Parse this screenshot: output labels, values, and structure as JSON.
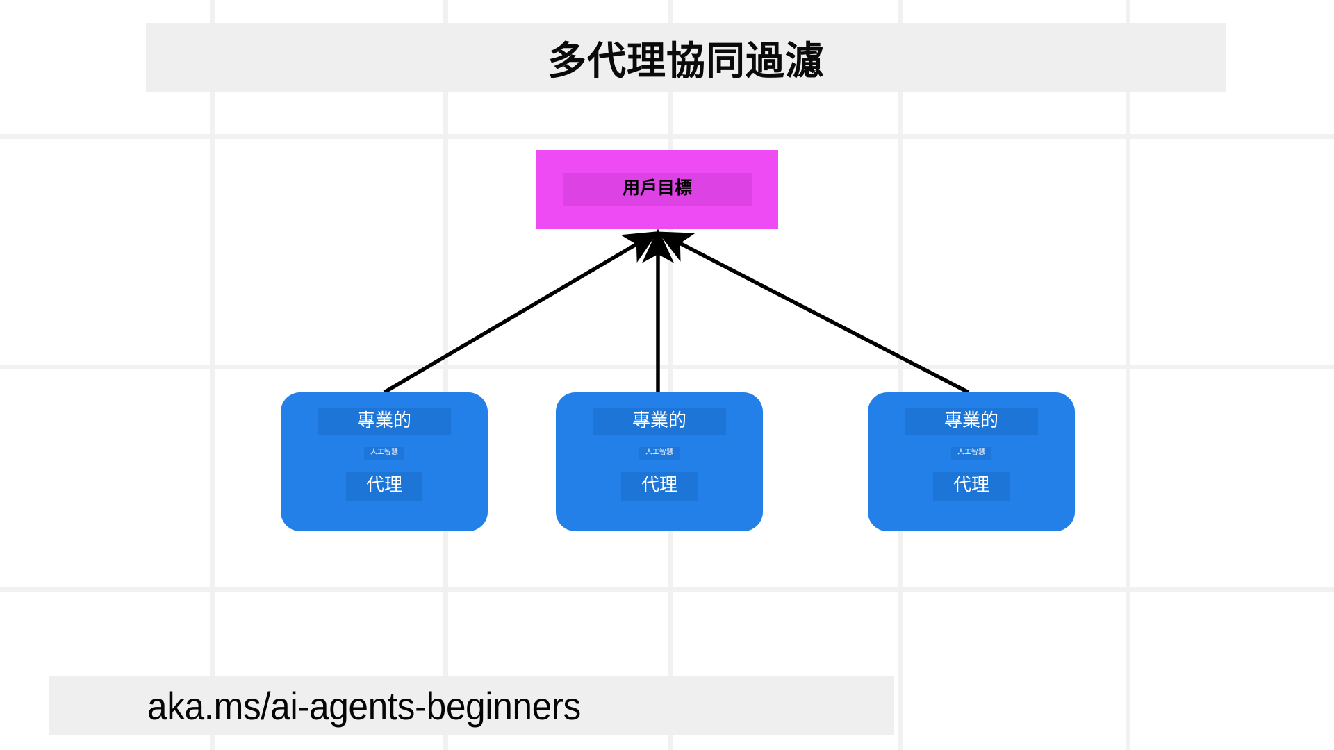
{
  "slide": {
    "title": "多代理協同過濾",
    "footer_url": "aka.ms/ai-agents-beginners",
    "background_color": "#ffffff",
    "band_color": "#efefef",
    "grid_line_color": "#f1f1f1"
  },
  "diagram": {
    "type": "node-graph",
    "goal_node": {
      "label": "用戶目標",
      "fill_color": "#ef4bf5",
      "text_color": "#000000",
      "highlight_color": "#d03cd7"
    },
    "agent_nodes": [
      {
        "role": "專業的",
        "sub": "人工智慧",
        "kind": "代理",
        "fill_color": "#2280e8",
        "text_color": "#ffffff"
      },
      {
        "role": "專業的",
        "sub": "人工智慧",
        "kind": "代理",
        "fill_color": "#2280e8",
        "text_color": "#ffffff"
      },
      {
        "role": "專業的",
        "sub": "人工智慧",
        "kind": "代理",
        "fill_color": "#2280e8",
        "text_color": "#ffffff"
      }
    ],
    "edges": [
      {
        "from": "agent-node-1",
        "to": "goal-node",
        "arrow": "to-goal",
        "color": "#000000"
      },
      {
        "from": "agent-node-2",
        "to": "goal-node",
        "arrow": "to-goal",
        "color": "#000000"
      },
      {
        "from": "agent-node-3",
        "to": "goal-node",
        "arrow": "to-goal",
        "color": "#000000"
      }
    ]
  },
  "grid": {
    "vertical_x": [
      302,
      638,
      962,
      1292,
      1620
    ],
    "horizontal_y": [
      193,
      525,
      845
    ]
  }
}
